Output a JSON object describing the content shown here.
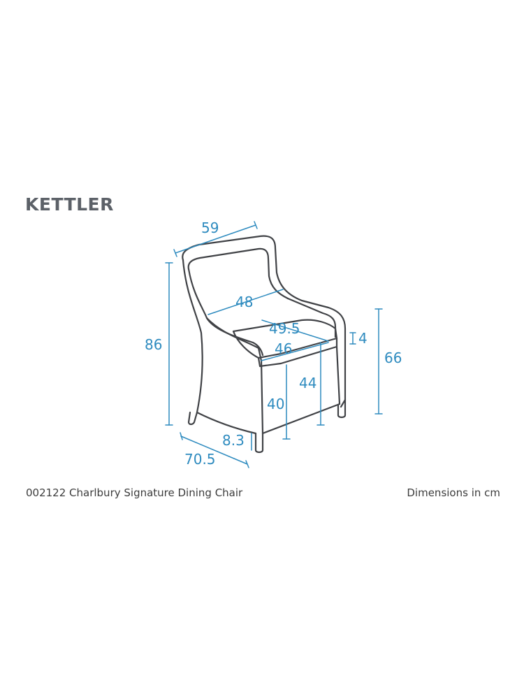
{
  "brand": {
    "logo_text": "KETTLER"
  },
  "product": {
    "caption": "002122 Charlbury Signature Dining Chair",
    "units_note": "Dimensions in cm"
  },
  "dimensions": {
    "overall_width": "59",
    "overall_height": "86",
    "overall_depth": "70.5",
    "inner_back_width": "48",
    "seat_cushion_width": "49.5",
    "seat_width": "46",
    "cushion_thickness": "4",
    "arm_height": "66",
    "seat_height_front": "44",
    "seat_height": "40",
    "ground_clearance": "8.3"
  },
  "colors": {
    "outline": "#404246",
    "dimension": "#2e8bbf",
    "brand": "#5c6168"
  }
}
